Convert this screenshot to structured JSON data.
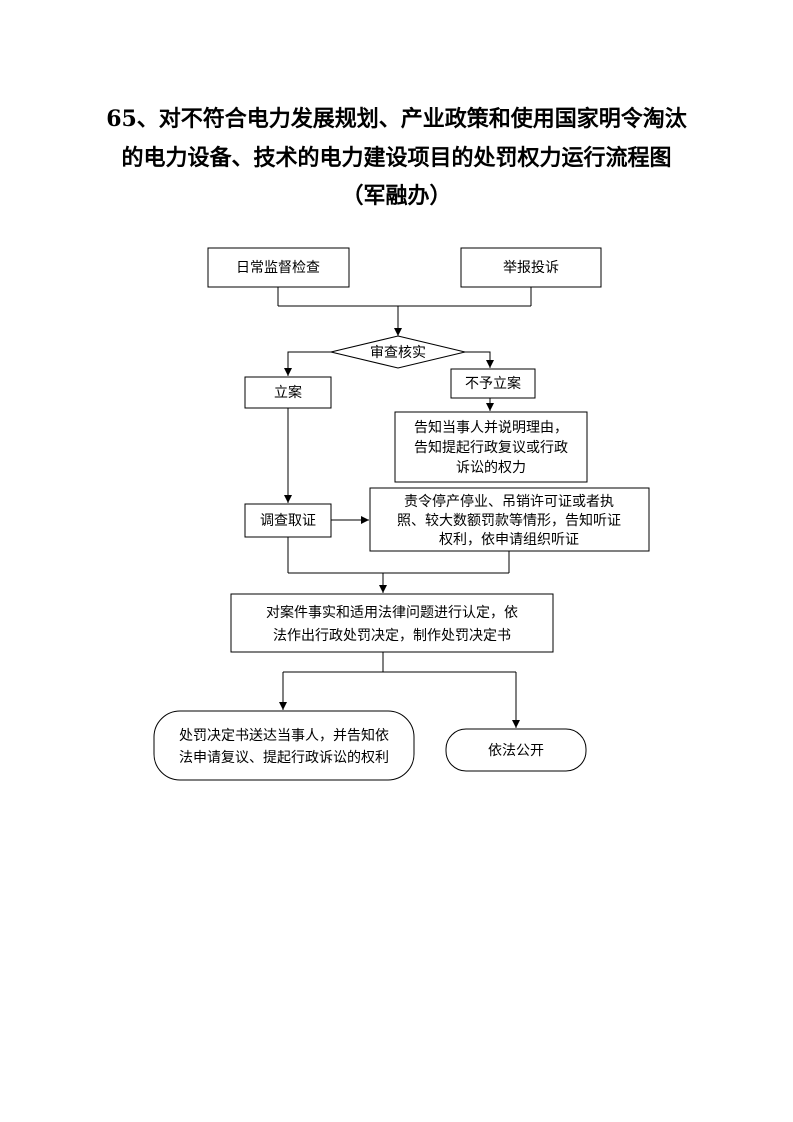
{
  "title": {
    "line1": "65、对不符合电力发展规划、产业政策和使用国家明令淘汰",
    "line2": "的电力设备、技术的电力建设项目的处罚权力运行流程图",
    "line3": "（军融办）"
  },
  "nodes": {
    "daily_inspection": "日常监督检查",
    "report_complaint": "举报投诉",
    "review_verify": "审查核实",
    "file_case": "立案",
    "no_file_case": "不予立案",
    "notify_reason": [
      "告知当事人并说明理由，",
      "告知提起行政复议或行政",
      "诉讼的权力"
    ],
    "investigate": "调查取证",
    "order_stop": [
      "责令停产停业、吊销许可证或者执",
      "照、较大数额罚款等情形，告知听证",
      "权利，依申请组织听证"
    ],
    "determine": [
      "对案件事实和适用法律问题进行认定，依",
      "法作出行政处罚决定，制作处罚决定书"
    ],
    "deliver": [
      "处罚决定书送达当事人，并告知依",
      "法申请复议、提起行政诉讼的权利"
    ],
    "publicize": "依法公开"
  }
}
